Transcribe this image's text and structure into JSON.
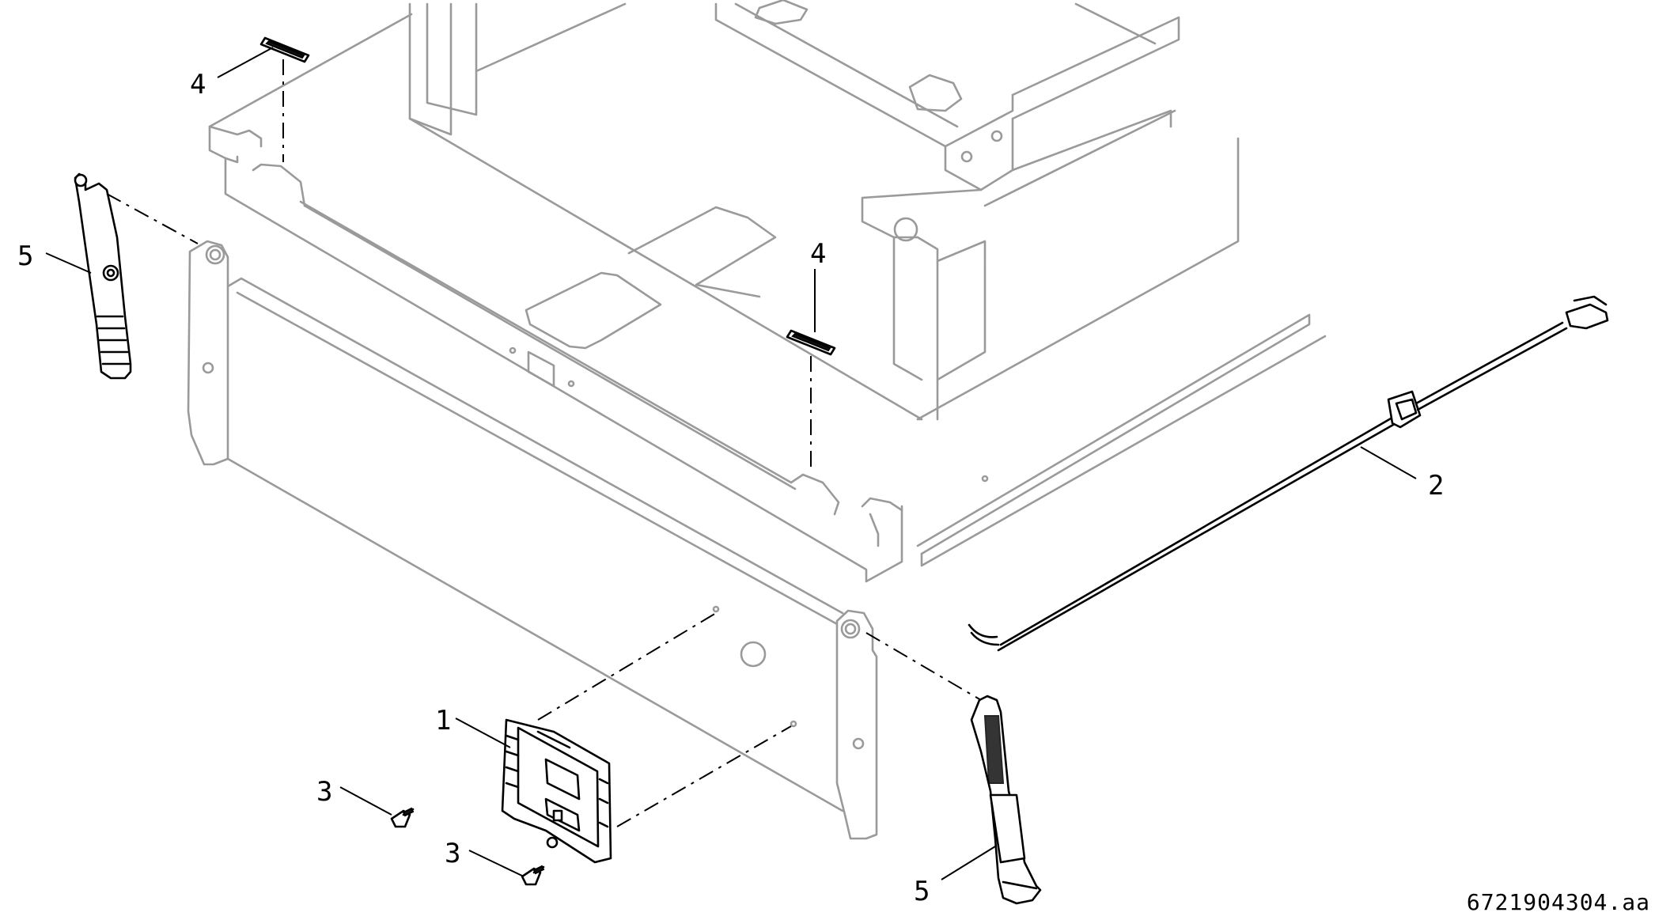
{
  "callouts": {
    "part_1": "1",
    "part_2": "2",
    "part_3a": "3",
    "part_3b": "3",
    "part_4a": "4",
    "part_4b": "4",
    "part_5a": "5",
    "part_5b": "5"
  },
  "document_number": "6721904304.aa",
  "colors": {
    "housing_ghost": "#9a9a9a",
    "component_line": "#000000",
    "background": "#ffffff"
  }
}
